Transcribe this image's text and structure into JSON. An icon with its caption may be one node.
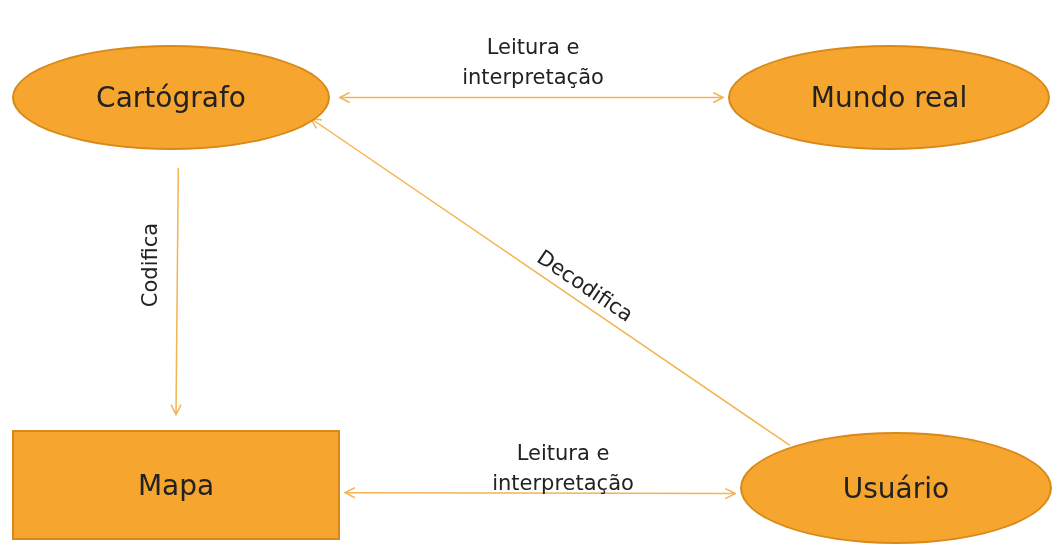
{
  "diagram": {
    "nodes": [
      {
        "text": [
          "Cartógrafo"
        ]
      },
      {
        "text": [
          "Mundo real"
        ]
      },
      {
        "text": [
          "Mapa"
        ]
      },
      {
        "text": [
          "Usuário"
        ]
      }
    ],
    "edges": [
      {
        "from": 0,
        "to": 1,
        "arrow": "both",
        "label": "Leitura e interpretação"
      },
      {
        "from": 0,
        "to": 2,
        "arrow": "to",
        "label": "Codifica"
      },
      {
        "from": 3,
        "to": 0,
        "arrow": "to",
        "label": "Decodifica"
      },
      {
        "from": 2,
        "to": 3,
        "arrow": "both",
        "label": "Leitura e interpretação"
      }
    ]
  }
}
